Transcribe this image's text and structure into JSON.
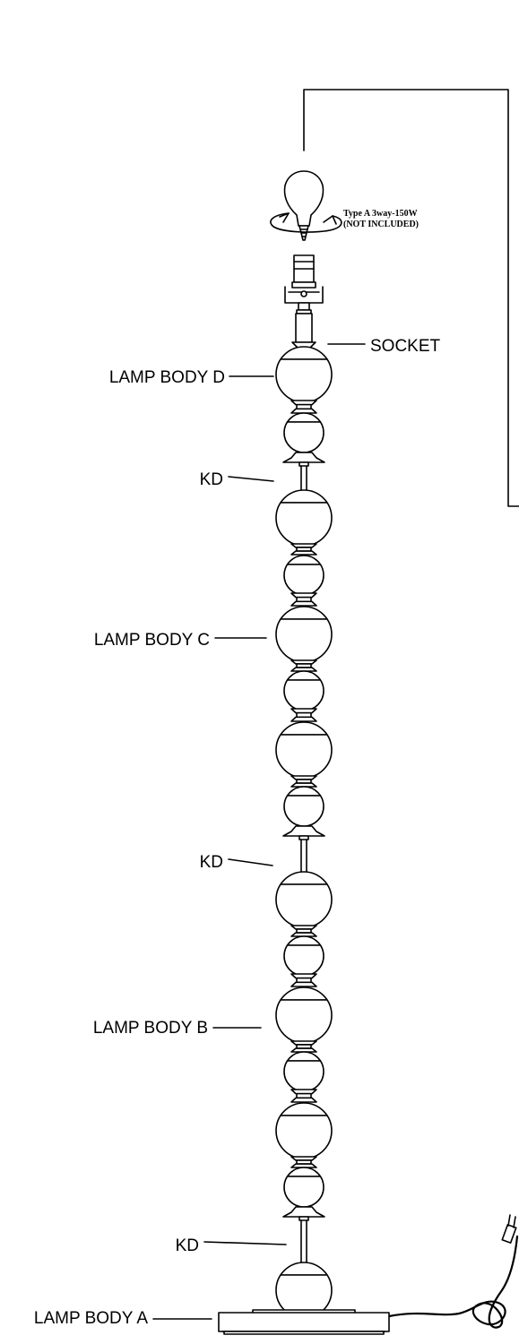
{
  "diagram": {
    "bulb_note": {
      "line1": "Type A 3way-150W",
      "line2": "(NOT INCLUDED)"
    },
    "labels": {
      "socket": "SOCKET",
      "lamp_body_d": "LAMP BODY D",
      "kd_1": "KD",
      "lamp_body_c": "LAMP BODY C",
      "kd_2": "KD",
      "lamp_body_b": "LAMP BODY B",
      "kd_3": "KD",
      "lamp_body_a": "LAMP BODY A"
    },
    "line_color": "#000000",
    "background": "#ffffff"
  }
}
